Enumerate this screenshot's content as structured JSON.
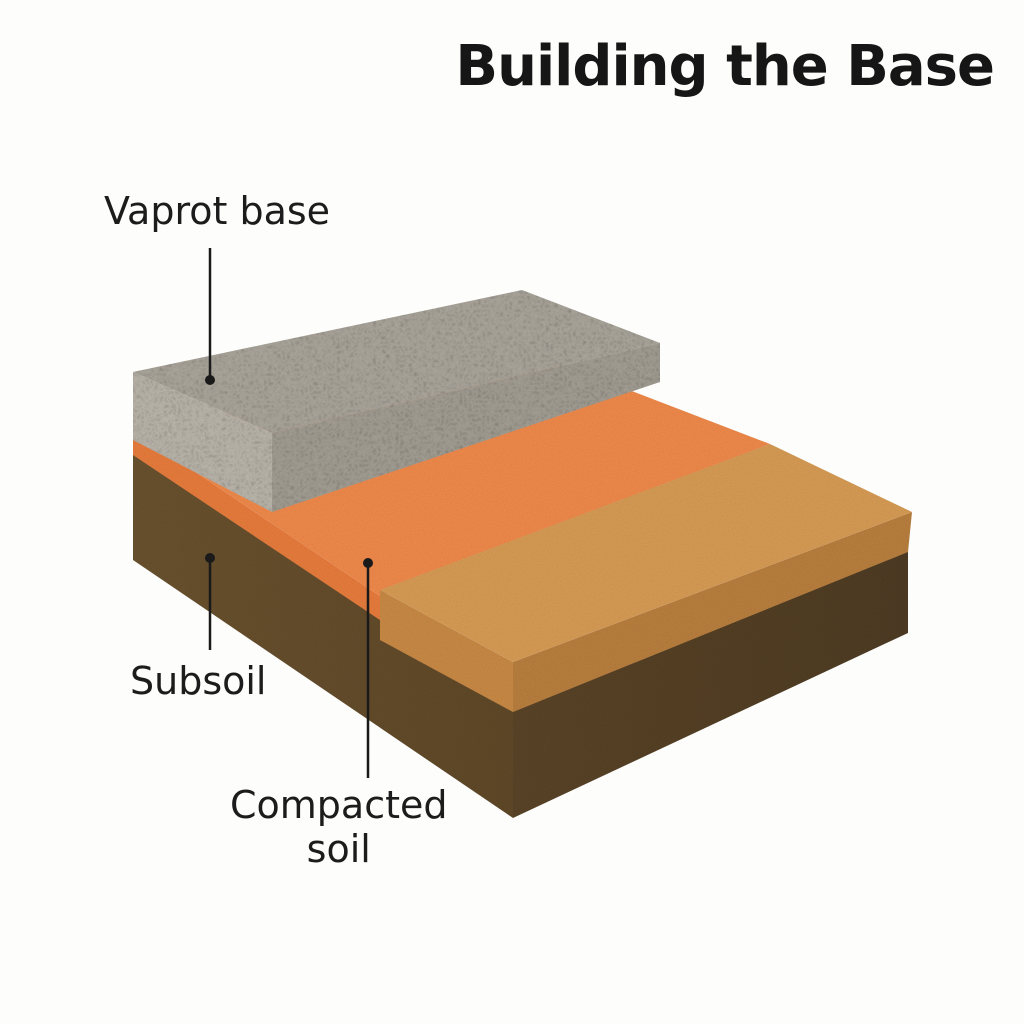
{
  "title": "Building the Base",
  "labels": {
    "vapor_base": "Vaprot base",
    "subsoil": "Subsoil",
    "compacted_line1": "Compacted",
    "compacted_line2": "soil"
  },
  "colors": {
    "background": "#fdfdfb",
    "concrete_top": "#a9a49a",
    "concrete_front": "#bab5ab",
    "orange_layer": "#f08a4b",
    "tan_layer": "#d49a52",
    "soil_dark": "#6e5530",
    "soil_darker": "#5a4427",
    "leader_line": "#1a1a1a"
  }
}
